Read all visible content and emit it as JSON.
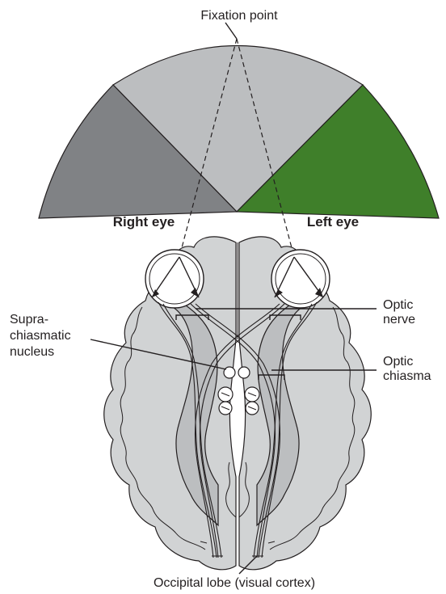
{
  "labels": {
    "fixation_point": "Fixation point",
    "right_eye": "Right eye",
    "left_eye": "Left eye",
    "optic_nerve_line1": "Optic",
    "optic_nerve_line2": "nerve",
    "scn_line1": "Supra-",
    "scn_line2": "chiasmatic",
    "scn_line3": "nucleus",
    "optic_chiasma_line1": "Optic",
    "optic_chiasma_line2": "chiasma",
    "occipital_lobe": "Occipital lobe (visual cortex)"
  },
  "colors": {
    "central_field": "#bcbec0",
    "right_eye_field": "#808285",
    "left_eye_field": "#3f7f2a",
    "brain": "#d1d3d4",
    "outline": "#231f20"
  }
}
